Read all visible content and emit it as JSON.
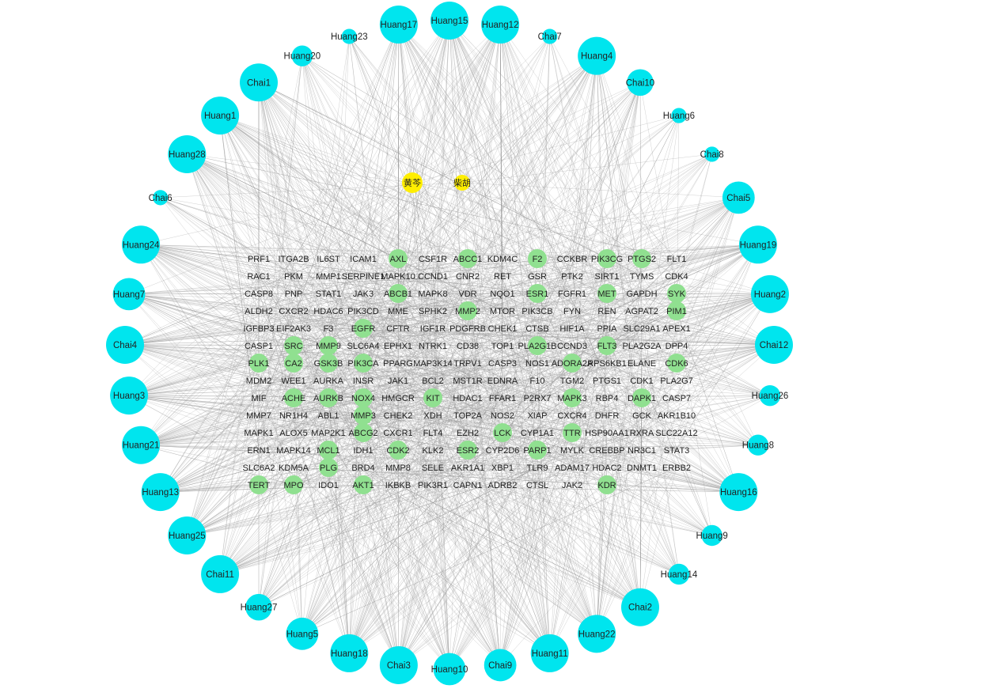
{
  "colors": {
    "compound": "#00e5ee",
    "herb": "#ffee00",
    "target": "#90e090",
    "edge": "#9a9a9a",
    "background": "#ffffff"
  },
  "herbs": [
    "黄芩",
    "柴胡"
  ],
  "compounds": [
    {
      "label": "Huang15",
      "degree": 5
    },
    {
      "label": "Huang12",
      "degree": 5
    },
    {
      "label": "Chai7",
      "degree": 1
    },
    {
      "label": "Huang4",
      "degree": 5
    },
    {
      "label": "Chai10",
      "degree": 3
    },
    {
      "label": "Huang6",
      "degree": 1
    },
    {
      "label": "Chai8",
      "degree": 1
    },
    {
      "label": "Chai5",
      "degree": 4
    },
    {
      "label": "Huang19",
      "degree": 5
    },
    {
      "label": "Huang2",
      "degree": 5
    },
    {
      "label": "Chai12",
      "degree": 5
    },
    {
      "label": "Huang26",
      "degree": 2
    },
    {
      "label": "Huang8",
      "degree": 2
    },
    {
      "label": "Huang16",
      "degree": 5
    },
    {
      "label": "Huang9",
      "degree": 2
    },
    {
      "label": "Huang14",
      "degree": 2
    },
    {
      "label": "Chai2",
      "degree": 5
    },
    {
      "label": "Huang22",
      "degree": 5
    },
    {
      "label": "Huang11",
      "degree": 5
    },
    {
      "label": "Chai9",
      "degree": 4
    },
    {
      "label": "Huang10",
      "degree": 4
    },
    {
      "label": "Chai3",
      "degree": 5
    },
    {
      "label": "Huang18",
      "degree": 5
    },
    {
      "label": "Huang5",
      "degree": 4
    },
    {
      "label": "Huang27",
      "degree": 3
    },
    {
      "label": "Chai11",
      "degree": 5
    },
    {
      "label": "Huang25",
      "degree": 5
    },
    {
      "label": "Huang13",
      "degree": 5
    },
    {
      "label": "Huang21",
      "degree": 5
    },
    {
      "label": "Huang3",
      "degree": 5
    },
    {
      "label": "Chai4",
      "degree": 5
    },
    {
      "label": "Huang7",
      "degree": 4
    },
    {
      "label": "Huang24",
      "degree": 5
    },
    {
      "label": "Chai6",
      "degree": 1
    },
    {
      "label": "Huang28",
      "degree": 5
    },
    {
      "label": "Huang1",
      "degree": 5
    },
    {
      "label": "Chai1",
      "degree": 5
    },
    {
      "label": "Huang20",
      "degree": 2
    },
    {
      "label": "Huang23",
      "degree": 1
    },
    {
      "label": "Huang17",
      "degree": 5
    }
  ],
  "target_rows": [
    [
      "PRF1",
      "ITGA2B",
      "IL6ST",
      "ICAM1",
      "AXL",
      "CSF1R",
      "ABCC1",
      "KDM4C",
      "F2",
      "CCKBR",
      "PIK3CG",
      "PTGS2",
      "FLT1"
    ],
    [
      "RAC1",
      "PKM",
      "MMP1",
      "SERPINE1",
      "MAPK10",
      "CCND1",
      "CNR2",
      "RET",
      "GSR",
      "PTK2",
      "SIRT1",
      "TYMS",
      "CDK4"
    ],
    [
      "CASP8",
      "PNP",
      "STAT1",
      "JAK3",
      "ABCB1",
      "MAPK8",
      "VDR",
      "NQO1",
      "ESR1",
      "FGFR1",
      "MET",
      "GAPDH",
      "SYK"
    ],
    [
      "ALDH2",
      "CXCR2",
      "HDAC6",
      "PIK3CD",
      "MME",
      "SPHK2",
      "MMP2",
      "MTOR",
      "PIK3CB",
      "FYN",
      "REN",
      "AGPAT2",
      "PIM1"
    ],
    [
      "IGFBP3",
      "EIF2AK3",
      "F3",
      "EGFR",
      "CFTR",
      "IGF1R",
      "PDGFRB",
      "CHEK1",
      "CTSB",
      "HIF1A",
      "PPIA",
      "SLC29A1",
      "APEX1"
    ],
    [
      "CASP1",
      "SRC",
      "MMP9",
      "SLC6A4",
      "EPHX1",
      "NTRK1",
      "CD38",
      "TOP1",
      "PLA2G1B",
      "CCND3",
      "FLT3",
      "PLA2G2A",
      "DPP4"
    ],
    [
      "PLK1",
      "CA2",
      "GSK3B",
      "PIK3CA",
      "PPARG",
      "MAP3K14",
      "TRPV1",
      "CASP3",
      "NOS1",
      "ADORA2A",
      "RPS6KB1",
      "ELANE",
      "CDK6"
    ],
    [
      "MDM2",
      "WEE1",
      "AURKA",
      "INSR",
      "JAK1",
      "BCL2",
      "MST1R",
      "EDNRA",
      "F10",
      "TGM2",
      "PTGS1",
      "CDK1",
      "PLA2G7"
    ],
    [
      "MIF",
      "ACHE",
      "AURKB",
      "NOX4",
      "HMGCR",
      "KIT",
      "HDAC1",
      "FFAR1",
      "P2RX7",
      "MAPK3",
      "RBP4",
      "DAPK1",
      "CASP7"
    ],
    [
      "MMP7",
      "NR1H4",
      "ABL1",
      "MMP3",
      "CHEK2",
      "XDH",
      "TOP2A",
      "NOS2",
      "XIAP",
      "CXCR4",
      "DHFR",
      "GCK",
      "AKR1B10"
    ],
    [
      "MAPK1",
      "ALOX5",
      "MAP2K1",
      "ABCG2",
      "CXCR1",
      "FLT4",
      "EZH2",
      "LCK",
      "CYP1A1",
      "TTR",
      "HSP90AA1",
      "RXRA",
      "SLC22A12"
    ],
    [
      "ERN1",
      "MAPK14",
      "MCL1",
      "IDH1",
      "CDK2",
      "KLK2",
      "ESR2",
      "CYP2D6",
      "PARP1",
      "MYLK",
      "CREBBP",
      "NR3C1",
      "STAT3"
    ],
    [
      "SLC6A2",
      "KDM5A",
      "PLG",
      "BRD4",
      "MMP8",
      "SELE",
      "AKR1A1",
      "XBP1",
      "TLR9",
      "ADAM17",
      "HDAC2",
      "DNMT1",
      "ERBB2"
    ],
    [
      "TERT",
      "MPO",
      "IDO1",
      "AKT1",
      "IKBKB",
      "PIK3R1",
      "CAPN1",
      "ADRB2",
      "CTSL",
      "JAK2",
      "KDR"
    ]
  ],
  "highlighted_targets": [
    "AXL",
    "ABCC1",
    "F2",
    "PIK3CG",
    "PTGS2",
    "ABCB1",
    "ESR1",
    "MET",
    "SYK",
    "MMP2",
    "PIM1",
    "EGFR",
    "SRC",
    "MMP9",
    "PLA2G1B",
    "FLT3",
    "PLK1",
    "CA2",
    "GSK3B",
    "PIK3CA",
    "ADORA2A",
    "CDK6",
    "ACHE",
    "AURKB",
    "NOX4",
    "KIT",
    "MAPK3",
    "DAPK1",
    "MMP3",
    "ABCG2",
    "ESR2",
    "LCK",
    "TTR",
    "MCL1",
    "CDK2",
    "PARP1",
    "PLG",
    "TERT",
    "MPO",
    "AKT1",
    "KDR"
  ]
}
